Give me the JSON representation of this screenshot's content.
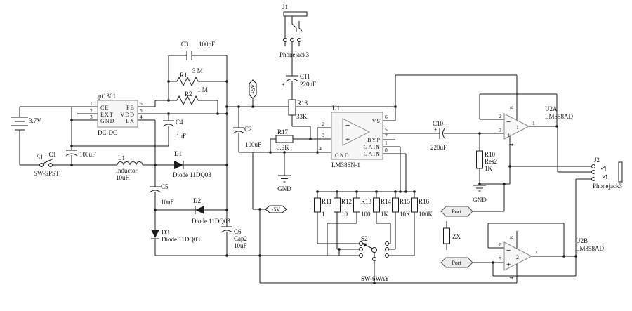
{
  "colors": {
    "wire": "#1b1b1b",
    "component_fill": "#f7f7f7",
    "port_fill": "#ececec",
    "background": "#ffffff"
  },
  "schematic": {
    "battery": {
      "value": "3.7V"
    },
    "s1": {
      "ref": "S1",
      "value": "SW-SPST"
    },
    "c1": {
      "ref": "C1",
      "value": "100uF"
    },
    "dcdc": {
      "ref": "pt1301",
      "value": "DC-DC",
      "ce": "CE",
      "ext": "EXT",
      "gnd": "GND",
      "fb": "FB",
      "vdd": "VDD",
      "lx": "LX",
      "p1": "1",
      "p2": "2",
      "p3": "3",
      "p4": "4",
      "p5": "5",
      "p6": "6"
    },
    "l1": {
      "ref": "L1",
      "value": "Inductor",
      "value2": "10uH"
    },
    "c3": {
      "ref": "C3",
      "value": "100pF"
    },
    "r1": {
      "ref": "R1",
      "value": "3 M"
    },
    "r2": {
      "ref": "R2",
      "value": "1 M"
    },
    "c4": {
      "ref": "C4",
      "value": "1uF"
    },
    "c2": {
      "ref": "C2",
      "value": "100uF"
    },
    "d1": {
      "ref": "D1",
      "value": "Diode 11DQ03"
    },
    "c5": {
      "ref": "C5",
      "value": "10uF"
    },
    "d2": {
      "ref": "D2",
      "value": "Diode 11DQ03"
    },
    "d3": {
      "ref": "D3",
      "value": "Diode 11DQ03"
    },
    "c6": {
      "ref": "C6",
      "value": "Cap2",
      "value2": "10uF"
    },
    "j1": {
      "ref": "J1",
      "value": "Phonejack3"
    },
    "c11": {
      "ref": "C11",
      "value": "220uF",
      "plus": "+"
    },
    "r18": {
      "ref": "R18",
      "value": "33K"
    },
    "r17": {
      "ref": "R17",
      "value": "3.9K"
    },
    "u1": {
      "ref": "U1",
      "value": "LM386N-1",
      "vs": "VS",
      "byp": "BYP",
      "gain": "GAIN",
      "gnd": "GND",
      "minus": "−",
      "plus": "+",
      "p1": "1",
      "p2": "2",
      "p3": "3",
      "p4": "4",
      "p5": "5",
      "p6": "6",
      "p7": "7",
      "p8": "8"
    },
    "flag_p5v": {
      "label": "+5V"
    },
    "flag_n5v": {
      "label": "-5V"
    },
    "gnd_u1": {
      "label": "GND"
    },
    "gnd_r10": {
      "label": "GND"
    },
    "c10": {
      "ref": "C10",
      "value": "220uF",
      "plus": "+"
    },
    "r10": {
      "ref": "R10",
      "value": "Res2",
      "value2": "1K"
    },
    "u2a": {
      "ref": "U2A",
      "value": "LM358AD",
      "minus": "−",
      "plus": "+",
      "inner": "1",
      "p1": "1",
      "p2": "2",
      "p3": "3",
      "p4": "4",
      "p8": "8"
    },
    "u2b": {
      "ref": "U2B",
      "value": "LM358AD",
      "minus": "−",
      "plus": "+",
      "inner": "2",
      "p4": "4",
      "p5": "5",
      "p6": "6",
      "p7": "7",
      "p8": "8"
    },
    "j2": {
      "ref": "J2",
      "value": "Phonejack3"
    },
    "r11": {
      "ref": "R11",
      "value": "1"
    },
    "r12": {
      "ref": "R12",
      "value": "10"
    },
    "r13": {
      "ref": "R13",
      "value": "100"
    },
    "r14": {
      "ref": "R14",
      "value": "1K"
    },
    "r15": {
      "ref": "R15",
      "value": "10K"
    },
    "r16": {
      "ref": "R16",
      "value": "100K"
    },
    "s2": {
      "ref": "S2",
      "value": "SW-6WAY"
    },
    "zx": {
      "ref": "ZX"
    },
    "port1": {
      "label": "Port"
    },
    "port2": {
      "label": "Port"
    }
  }
}
